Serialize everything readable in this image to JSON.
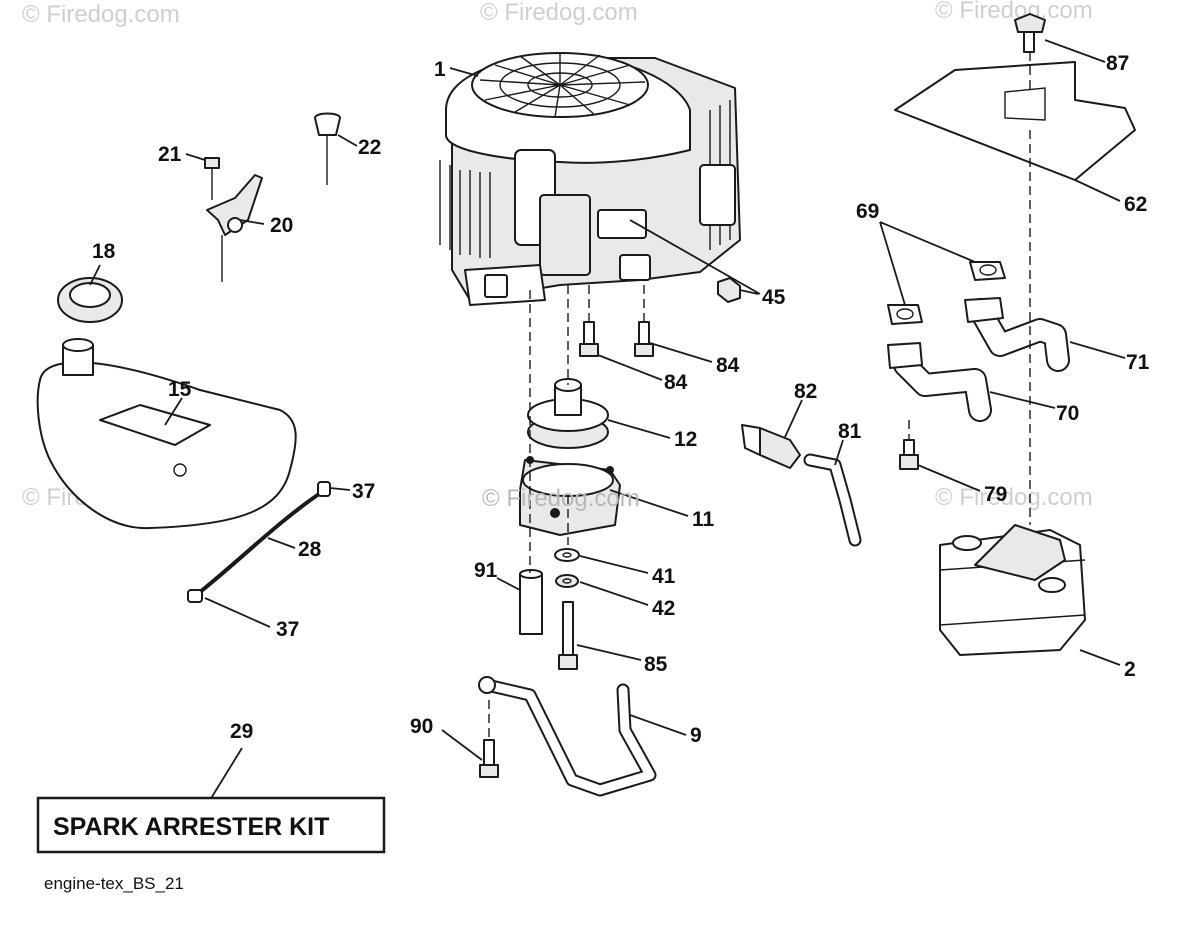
{
  "watermark_text": "© Firedog.com",
  "callouts": {
    "n1": "1",
    "n2": "2",
    "n9": "9",
    "n11": "11",
    "n12": "12",
    "n15": "15",
    "n18": "18",
    "n20": "20",
    "n21": "21",
    "n22": "22",
    "n28": "28",
    "n29": "29",
    "n37a": "37",
    "n37b": "37",
    "n41": "41",
    "n42": "42",
    "n45": "45",
    "n62": "62",
    "n69": "69",
    "n70": "70",
    "n71": "71",
    "n79": "79",
    "n81": "81",
    "n82": "82",
    "n84a": "84",
    "n84b": "84",
    "n85": "85",
    "n87": "87",
    "n90": "90",
    "n91": "91"
  },
  "kit_label": "SPARK ARRESTER KIT",
  "caption": "engine-tex_BS_21"
}
